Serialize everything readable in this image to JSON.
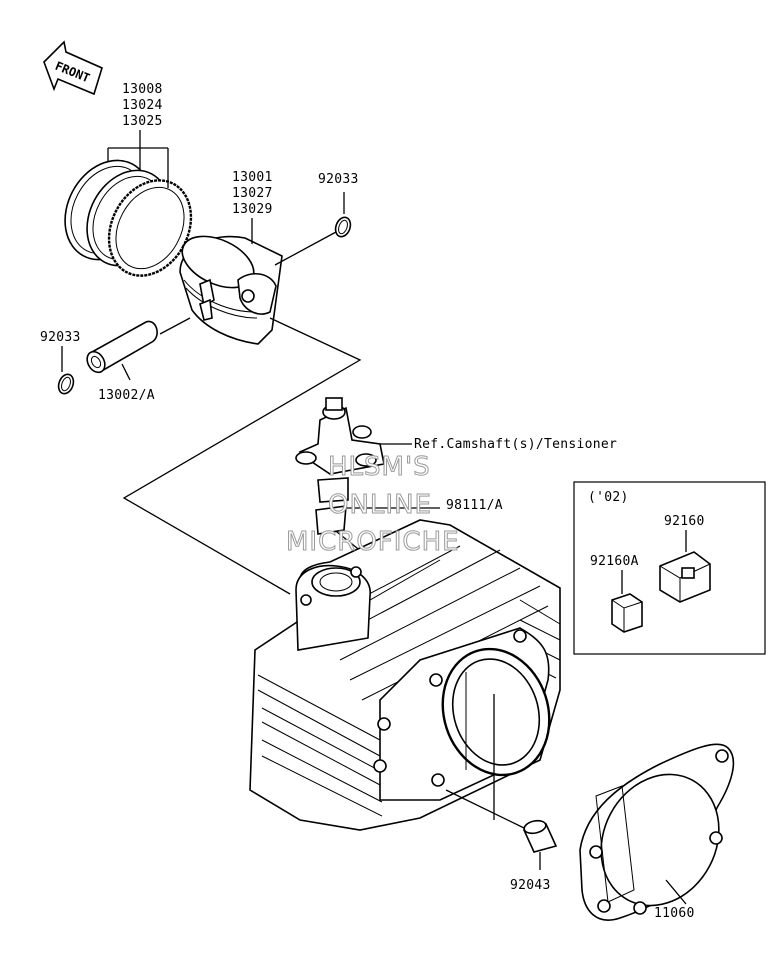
{
  "front_arrow": {
    "label": "FRONT",
    "icon": "front-arrow-icon"
  },
  "labels": {
    "rings": [
      "13008",
      "13024",
      "13025"
    ],
    "piston": [
      "13001",
      "13027",
      "13029"
    ],
    "clip_right": "92033",
    "clip_left": "92033",
    "pin": "13002/A",
    "tensioner_ref": "Ref.Camshaft(s)/Tensioner",
    "bolt": "98111/A",
    "dowel": "92043",
    "gasket": "11060"
  },
  "inset": {
    "year": "('02)",
    "part_a": "92160",
    "part_b": "92160A"
  },
  "watermark": {
    "line1": "HLSM'S",
    "line2": "ONLINE",
    "line3": "MICROFICHE"
  }
}
